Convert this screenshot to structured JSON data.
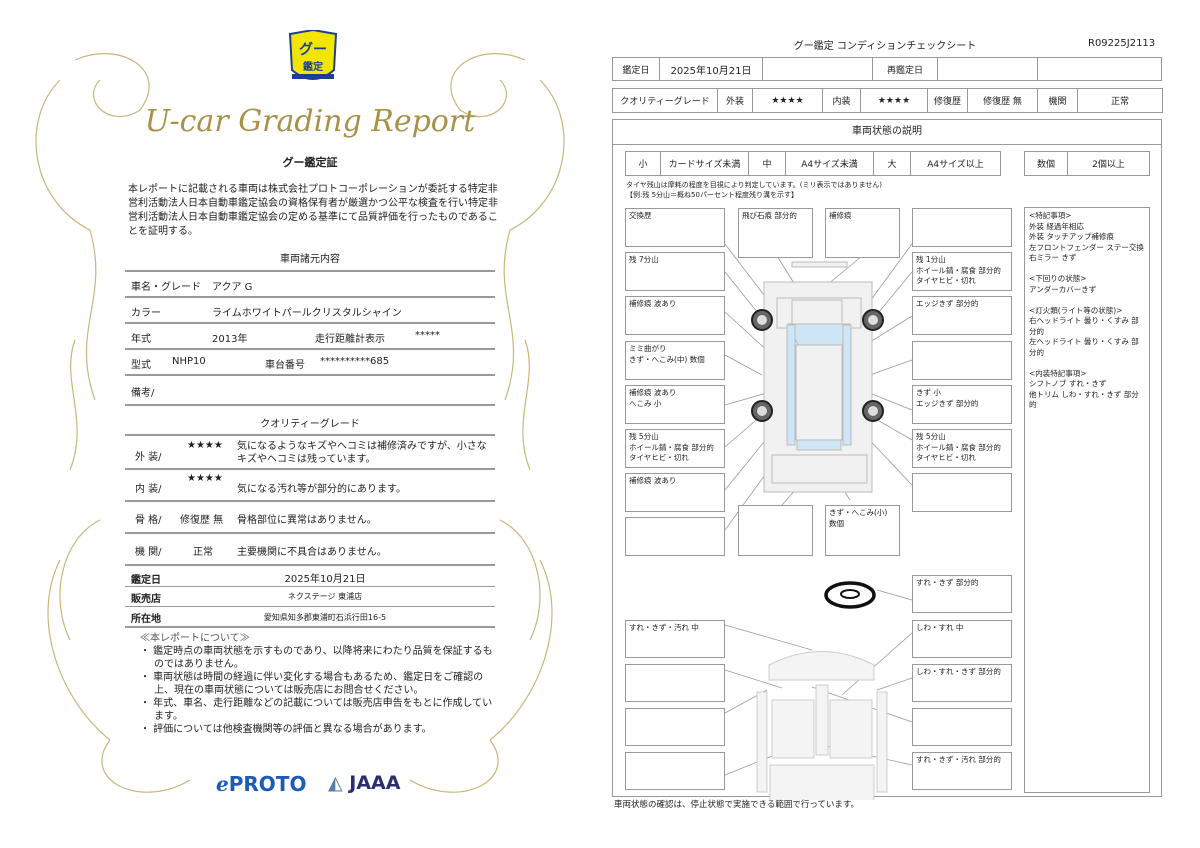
{
  "left": {
    "logo_text": "グー鑑定",
    "script_title": "U-car Grading Report",
    "cert_title": "グー鑑定証",
    "cert_paragraph": "本レポートに記載される車両は株式会社プロトコーポレーションが委託する特定非営利活動法人日本自動車鑑定協会の資格保有者が厳選かつ公平な検査を行い特定非営利活動法人日本自動車鑑定協会の定める基準にて品質評価を行ったものであることを証明する。",
    "spec_title": "車両諸元内容",
    "specs": {
      "name_label": "車名・グレード",
      "name": "アクア G",
      "color_label": "カラー",
      "color": "ライムホワイトパールクリスタルシャイン",
      "year_label": "年式",
      "year": "2013年",
      "odo_label": "走行距離計表示",
      "odo": "*****",
      "model_label": "型式",
      "model": "NHP10",
      "chassis_label": "車台番号",
      "chassis": "**********685",
      "remarks_label": "備考/"
    },
    "grade_title": "クオリティーグレード",
    "grades": [
      {
        "label": "外 装/",
        "value": "★★★★",
        "desc": "気になるようなキズやヘコミは補修済みですが、小さなキズやヘコミは残っています。"
      },
      {
        "label": "内 装/",
        "value": "★★★★",
        "desc": "気になる汚れ等が部分的にあります。"
      },
      {
        "label": "骨 格/",
        "value": "修復歴 無",
        "desc": "骨格部位に異常はありません。"
      },
      {
        "label": "機 関/",
        "value": "正常",
        "desc": "主要機関に不具合はありません。"
      }
    ],
    "date_label": "鑑定日",
    "date": "2025年10月21日",
    "shop_label": "販売店",
    "shop": "ネクステージ 東浦店",
    "addr_label": "所在地",
    "addr": "愛知県知多郡東浦町石浜行田16-5",
    "notes_title": "≪本レポートについて≫",
    "notes": [
      "・ 鑑定時点の車両状態を示すものであり、以降将来にわたり品質を保証するものではありません。",
      "・ 車両状態は時間の経過に伴い変化する場合もあるため、鑑定日をご確認の上、現在の車両状態については販売店にお問合せください。",
      "・ 年式、車名、走行距離などの記載については販売店申告をもとに作成しています。",
      "・ 評価については他検査機関等の評価と異なる場合があります。"
    ],
    "logo_proto": "PROTO",
    "logo_jaaa": "JAAA"
  },
  "right": {
    "title": "グー鑑定 コンディションチェックシート",
    "doc_id": "R09225J2113",
    "date_label": "鑑定日",
    "date": "2025年10月21日",
    "redate_label": "再鑑定日",
    "grade_row": [
      "クオリティーグレード",
      "外装",
      "★★★★",
      "内装",
      "★★★★",
      "修復歴",
      "修復歴 無",
      "機関",
      "正常"
    ],
    "section_title": "車両状態の説明",
    "sizes": [
      "小",
      "カードサイズ未満",
      "中",
      "A4サイズ未満",
      "大",
      "A4サイズ以上"
    ],
    "count": [
      "数個",
      "2個以上"
    ],
    "tire_note1": "タイヤ残山は摩耗の程度を目視により判定しています。(ミリ表示ではありません)",
    "tire_note2": "【例:残 5分山＝概ね50パーセント程度残り溝を示す】",
    "ext_boxes": {
      "l1": "交換歴",
      "t2": "飛び石痕 部分的",
      "t3": "補修痕",
      "r1": "",
      "l2": "残 7分山",
      "r2": "残 1分山\nホイール錆・腐食 部分的\nタイヤヒビ・切れ",
      "l3": "補修痕 波あり",
      "r3": "エッジきず 部分的",
      "l4": "ミミ曲がり\nきず・へこみ(中) 数個",
      "r4": "",
      "l5": "補修痕 波あり\nへこみ 小",
      "r5": "きず 小\nエッジきず 部分的",
      "l6": "残 5分山\nホイール錆・腐食 部分的\nタイヤヒビ・切れ",
      "r6": "残 5分山\nホイール錆・腐食 部分的\nタイヤヒビ・切れ",
      "l7": "補修痕 波あり",
      "r7": "",
      "l8": "",
      "b2": "",
      "b3": "きず・へこみ(小) 数個"
    },
    "int_boxes": {
      "r1": "すれ・きず 部分的",
      "l1": "すれ・きず・汚れ 中",
      "r2": "しわ・すれ 中",
      "l2": "",
      "r3": "しわ・すれ・きず 部分的",
      "l3": "",
      "r4": "",
      "l4": "",
      "r5": "すれ・きず・汚れ 部分的"
    },
    "remarks": "<特記事項>\n外装 経過年相応\n外装 タッチアップ補修痕\n左フロントフェンダー ステー交換\n右ミラー きず\n\n<下回りの状態>\nアンダーカバーきず\n\n<灯火類(ライト等の状態)>\n右ヘッドライト 曇り・くすみ 部分的\n左ヘッドライト 曇り・くすみ 部分的\n\n<内装特記事項>\nシフトノブ すれ・きず\n他トリム しわ・すれ・きず 部分的",
    "footer": "車両状態の確認は、停止状態で実施できる範囲で行っています。"
  },
  "colors": {
    "gold": "#a8924a",
    "logo_yellow": "#f2e600",
    "logo_blue": "#1c3f94",
    "glass": "#cfe6f7"
  }
}
